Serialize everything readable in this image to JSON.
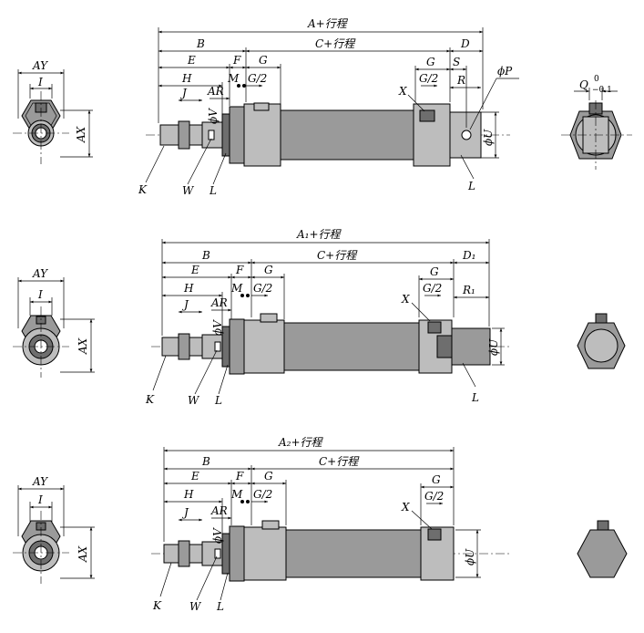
{
  "views": [
    {
      "id": "top",
      "overall": "A+行程",
      "labels": {
        "B": "B",
        "C": "C+行程",
        "D": "D",
        "E": "E",
        "F": "F",
        "G": "G",
        "G2": "G/2",
        "H": "H",
        "J": "J",
        "AR": "AR",
        "M": "M",
        "V": "ϕV",
        "S": "S",
        "R": "R",
        "P": "ϕP",
        "U": "ϕU",
        "X": "X",
        "K": "K",
        "W": "W",
        "L": "L",
        "L2": "L",
        "AY": "AY",
        "I": "I",
        "AX": "AX",
        "Q": "Q",
        "Qtol_up": "0",
        "Qtol_dn": "−0.1"
      }
    },
    {
      "id": "middle",
      "overall": "A₁+行程",
      "labels": {
        "B": "B",
        "C": "C+行程",
        "D": "D₁",
        "E": "E",
        "F": "F",
        "G": "G",
        "G2": "G/2",
        "H": "H",
        "J": "J",
        "AR": "AR",
        "M": "M",
        "V": "ϕV",
        "R": "R₁",
        "U": "ϕU",
        "X": "X",
        "K": "K",
        "W": "W",
        "L": "L",
        "L2": "L",
        "AY": "AY",
        "I": "I",
        "AX": "AX"
      }
    },
    {
      "id": "bottom",
      "overall": "A₂+行程",
      "labels": {
        "B": "B",
        "C": "C+行程",
        "E": "E",
        "F": "F",
        "G": "G",
        "G2": "G/2",
        "H": "H",
        "J": "J",
        "AR": "AR",
        "M": "M",
        "V": "ϕV",
        "U": "ϕU",
        "X": "X",
        "K": "K",
        "W": "W",
        "L": "L",
        "AY": "AY",
        "I": "I",
        "AX": "AX"
      }
    }
  ]
}
